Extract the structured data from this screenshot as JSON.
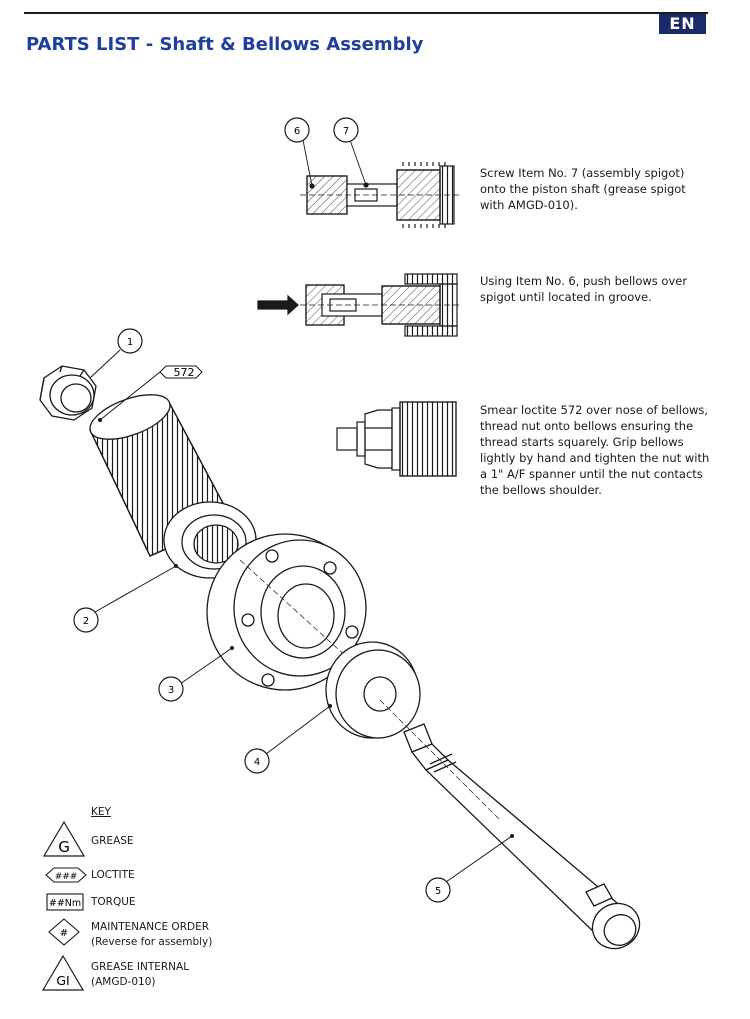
{
  "header": {
    "language_badge": "EN",
    "title": "PARTS LIST - Shaft & Bellows Assembly"
  },
  "steps": [
    {
      "text": "Screw Item No. 7 (assembly spigot) onto the piston shaft (grease spigot with AMGD-010)."
    },
    {
      "text": "Using Item No. 6, push bellows over spigot until located in groove."
    },
    {
      "text": "Smear loctite 572 over nose of bellows, thread nut onto bellows ensuring the thread starts squarely. Grip bellows lightly by hand and tighten the nut with a 1\" A/F spanner until the nut contacts the bellows shoulder."
    }
  ],
  "callouts": {
    "item1": "1",
    "item2": "2",
    "item3": "3",
    "item4": "4",
    "item5": "5",
    "item6": "6",
    "item7": "7",
    "loctite_572": "572"
  },
  "key": {
    "title": "KEY",
    "grease_label": "GREASE",
    "grease_symbol": "G",
    "loctite_label": "LOCTITE",
    "loctite_symbol": "###",
    "torque_label": "TORQUE",
    "torque_symbol": "##Nm",
    "maintenance_label": "MAINTENANCE ORDER",
    "maintenance_sub": "(Reverse for assembly)",
    "maintenance_symbol": "#",
    "grease_internal_label": "GREASE INTERNAL",
    "grease_internal_sub": "(AMGD-010)",
    "grease_internal_symbol": "GI"
  },
  "colors": {
    "title": "#1f3f9e",
    "badge": "#1b2a6b",
    "line": "#1a1a1a"
  }
}
